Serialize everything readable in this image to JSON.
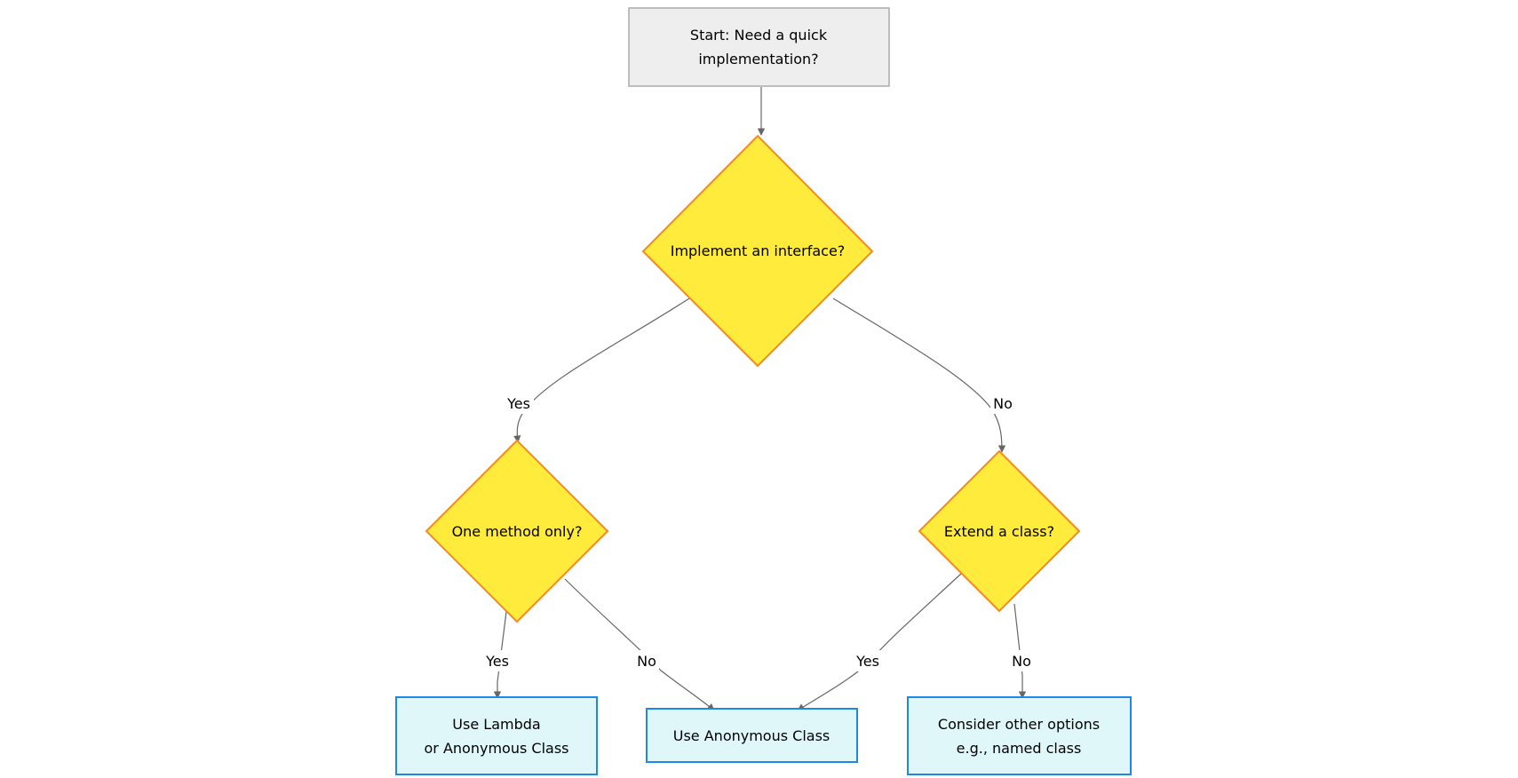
{
  "colors": {
    "start_fill": "#eeeeee",
    "start_stroke": "#aaaaaa",
    "decision_fill": "#ffeb3b",
    "decision_stroke": "#f58a1f",
    "outcome_fill": "#e0f7fa",
    "outcome_stroke": "#1e88e5",
    "edge": "#666666"
  },
  "nodes": {
    "start": {
      "line1": "Start: Need a quick",
      "line2": "implementation?"
    },
    "interface_decision": {
      "text": "Implement an interface?"
    },
    "one_method_decision": {
      "text": "One method only?"
    },
    "extend_class_decision": {
      "text": "Extend a class?"
    },
    "lambda_outcome": {
      "line1": "Use Lambda",
      "line2": "or Anonymous Class"
    },
    "anonymous_outcome": {
      "text": "Use Anonymous Class"
    },
    "other_options_outcome": {
      "line1": "Consider other options",
      "line2": "e.g., named class"
    }
  },
  "edges": {
    "interface_yes": "Yes",
    "interface_no": "No",
    "one_method_yes": "Yes",
    "one_method_no": "No",
    "extend_yes": "Yes",
    "extend_no": "No"
  }
}
